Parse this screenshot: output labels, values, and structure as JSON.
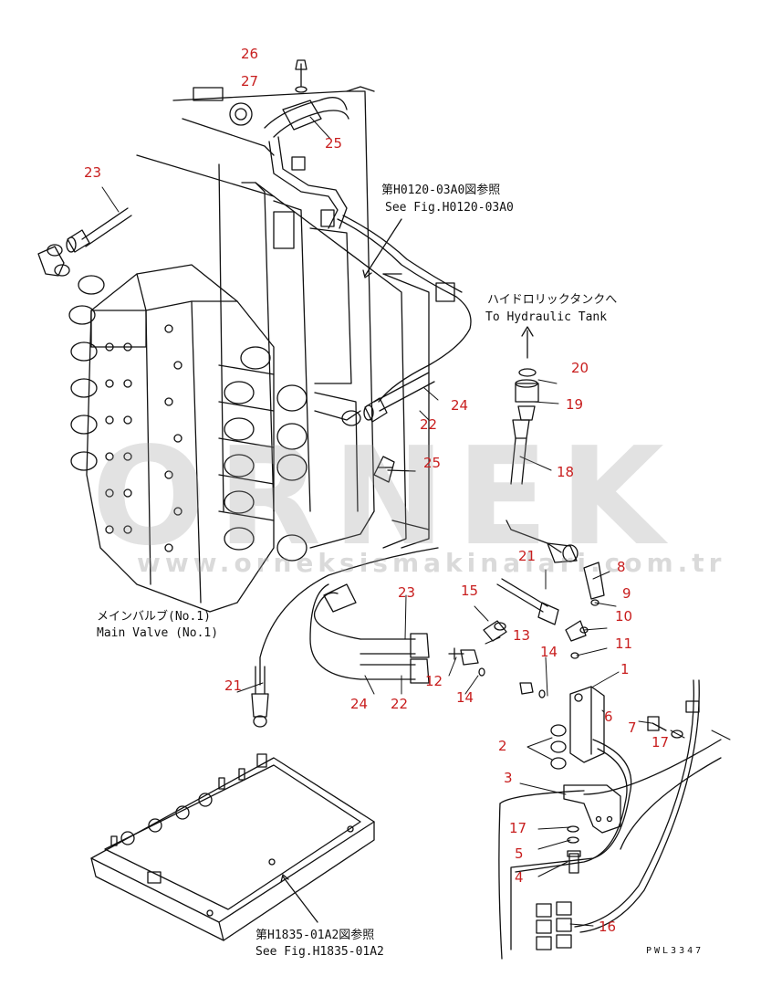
{
  "callouts": {
    "n1": "1",
    "n2": "2",
    "n3": "3",
    "n4": "4",
    "n5": "5",
    "n6": "6",
    "n7": "7",
    "n8": "8",
    "n9": "9",
    "n10": "10",
    "n11": "11",
    "n12": "12",
    "n13": "13",
    "n14a": "14",
    "n14b": "14",
    "n15": "15",
    "n16": "16",
    "n17a": "17",
    "n17b": "17",
    "n18": "18",
    "n19": "19",
    "n20": "20",
    "n21a": "21",
    "n21b": "21",
    "n22a": "22",
    "n22b": "22",
    "n23a": "23",
    "n23b": "23",
    "n24a": "24",
    "n24b": "24",
    "n25a": "25",
    "n25b": "25",
    "n26": "26",
    "n27": "27"
  },
  "refs": {
    "top_jp": "第H0120-03A0図参照",
    "top_en": "See Fig.H0120-03A0",
    "tank_jp": "ハイドロリックタンクへ",
    "tank_en": "To Hydraulic Tank",
    "valve_jp": "メインバルブ(No.1)",
    "valve_en": "Main Valve (No.1)",
    "bottom_jp": "第H1835-01A2図参照",
    "bottom_en": "See Fig.H1835-01A2"
  },
  "drawing_code": "PWL3347",
  "watermark": {
    "text": "ORNEK",
    "url": "www.orneksismakinalari.com.tr"
  },
  "colors": {
    "callout": "#c81e1e",
    "line": "#111111",
    "watermark": "#969696"
  }
}
